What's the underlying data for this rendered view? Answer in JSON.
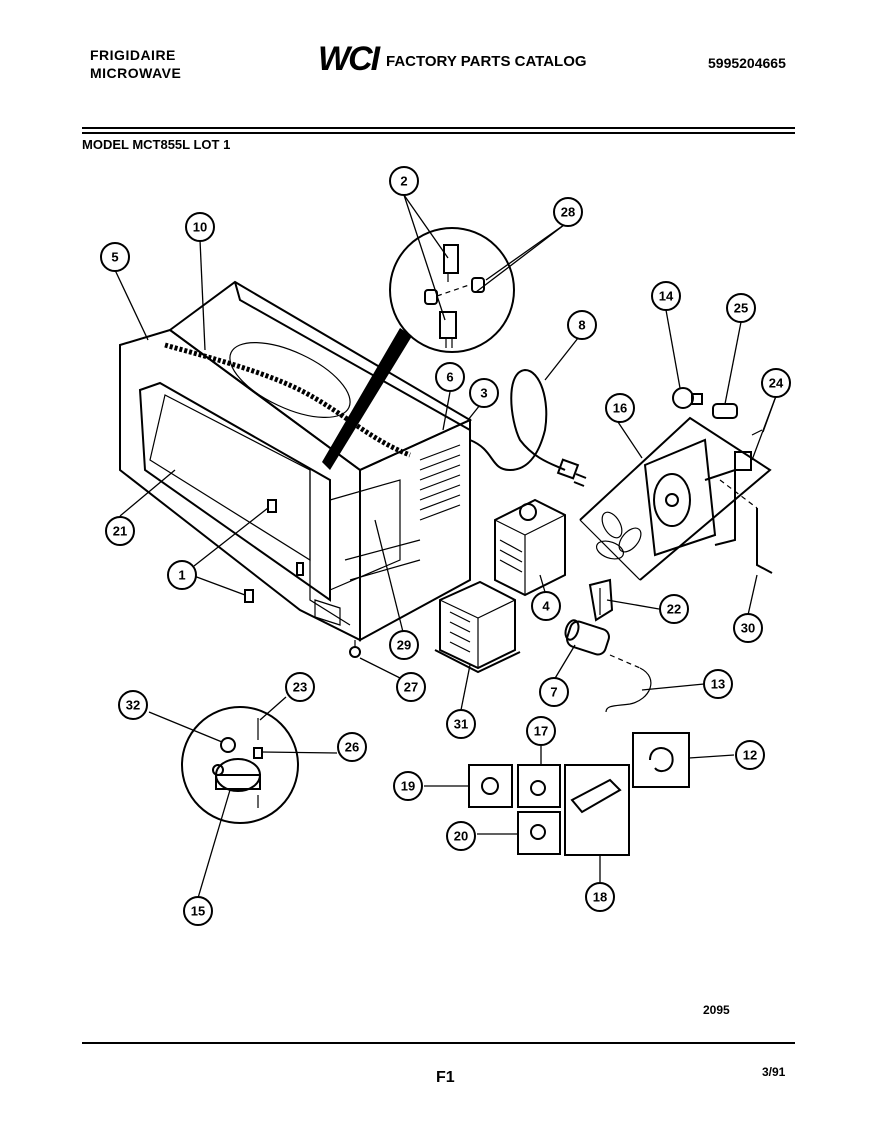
{
  "header": {
    "brand_line1": "FRIGIDAIRE",
    "brand_line2": "MICROWAVE",
    "logo": "WCI",
    "catalog_title": "FACTORY PARTS CATALOG",
    "catalog_number": "5995204665",
    "model_line": "MODEL MCT855L LOT 1"
  },
  "callouts": [
    "1",
    "2",
    "3",
    "4",
    "5",
    "6",
    "7",
    "8",
    "10",
    "12",
    "13",
    "14",
    "15",
    "16",
    "17",
    "18",
    "19",
    "20",
    "21",
    "22",
    "23",
    "24",
    "25",
    "26",
    "27",
    "28",
    "29",
    "30",
    "31",
    "32"
  ],
  "footer": {
    "diagram_ref": "2095",
    "page_label": "F1",
    "date_code": "3/91"
  }
}
